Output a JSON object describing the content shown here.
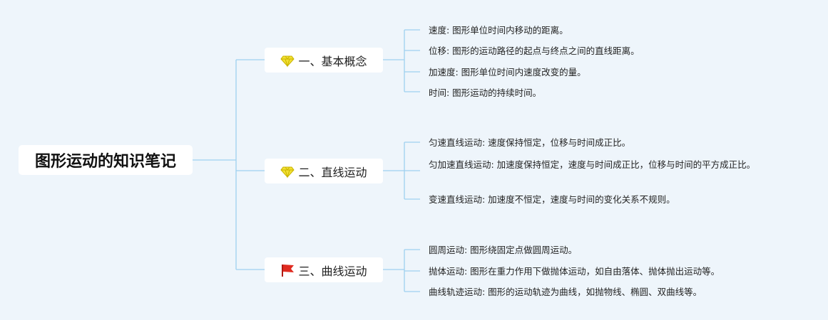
{
  "root": {
    "title": "图形运动的知识笔记"
  },
  "branches": [
    {
      "label": "一、基本概念",
      "icon": "diamond-icon",
      "leaves": [
        "速度: 图形单位时间内移动的距离。",
        "位移: 图形的运动路径的起点与终点之间的直线距离。",
        "加速度: 图形单位时间内速度改变的量。",
        "时间: 图形运动的持续时间。"
      ]
    },
    {
      "label": "二、直线运动",
      "icon": "diamond-icon",
      "leaves": [
        "匀速直线运动: 速度保持恒定，位移与时间成正比。",
        "匀加速直线运动: 加速度保持恒定，速度与时间成正比，位移与时间的平方成正比。",
        "变速直线运动: 加速度不恒定，速度与时间的变化关系不规则。"
      ]
    },
    {
      "label": "三、曲线运动",
      "icon": "red-flag-icon",
      "leaves": [
        "圆周运动: 图形绕固定点做圆周运动。",
        "抛体运动: 图形在重力作用下做抛体运动，如自由落体、抛体抛出运动等。",
        "曲线轨迹运动: 图形的运动轨迹为曲线，如抛物线、椭圆、双曲线等。"
      ]
    }
  ],
  "colors": {
    "line": "#9fd0ef",
    "background": "#eef5fb",
    "diamond": "#f2e032",
    "flag": "#e02b20"
  }
}
